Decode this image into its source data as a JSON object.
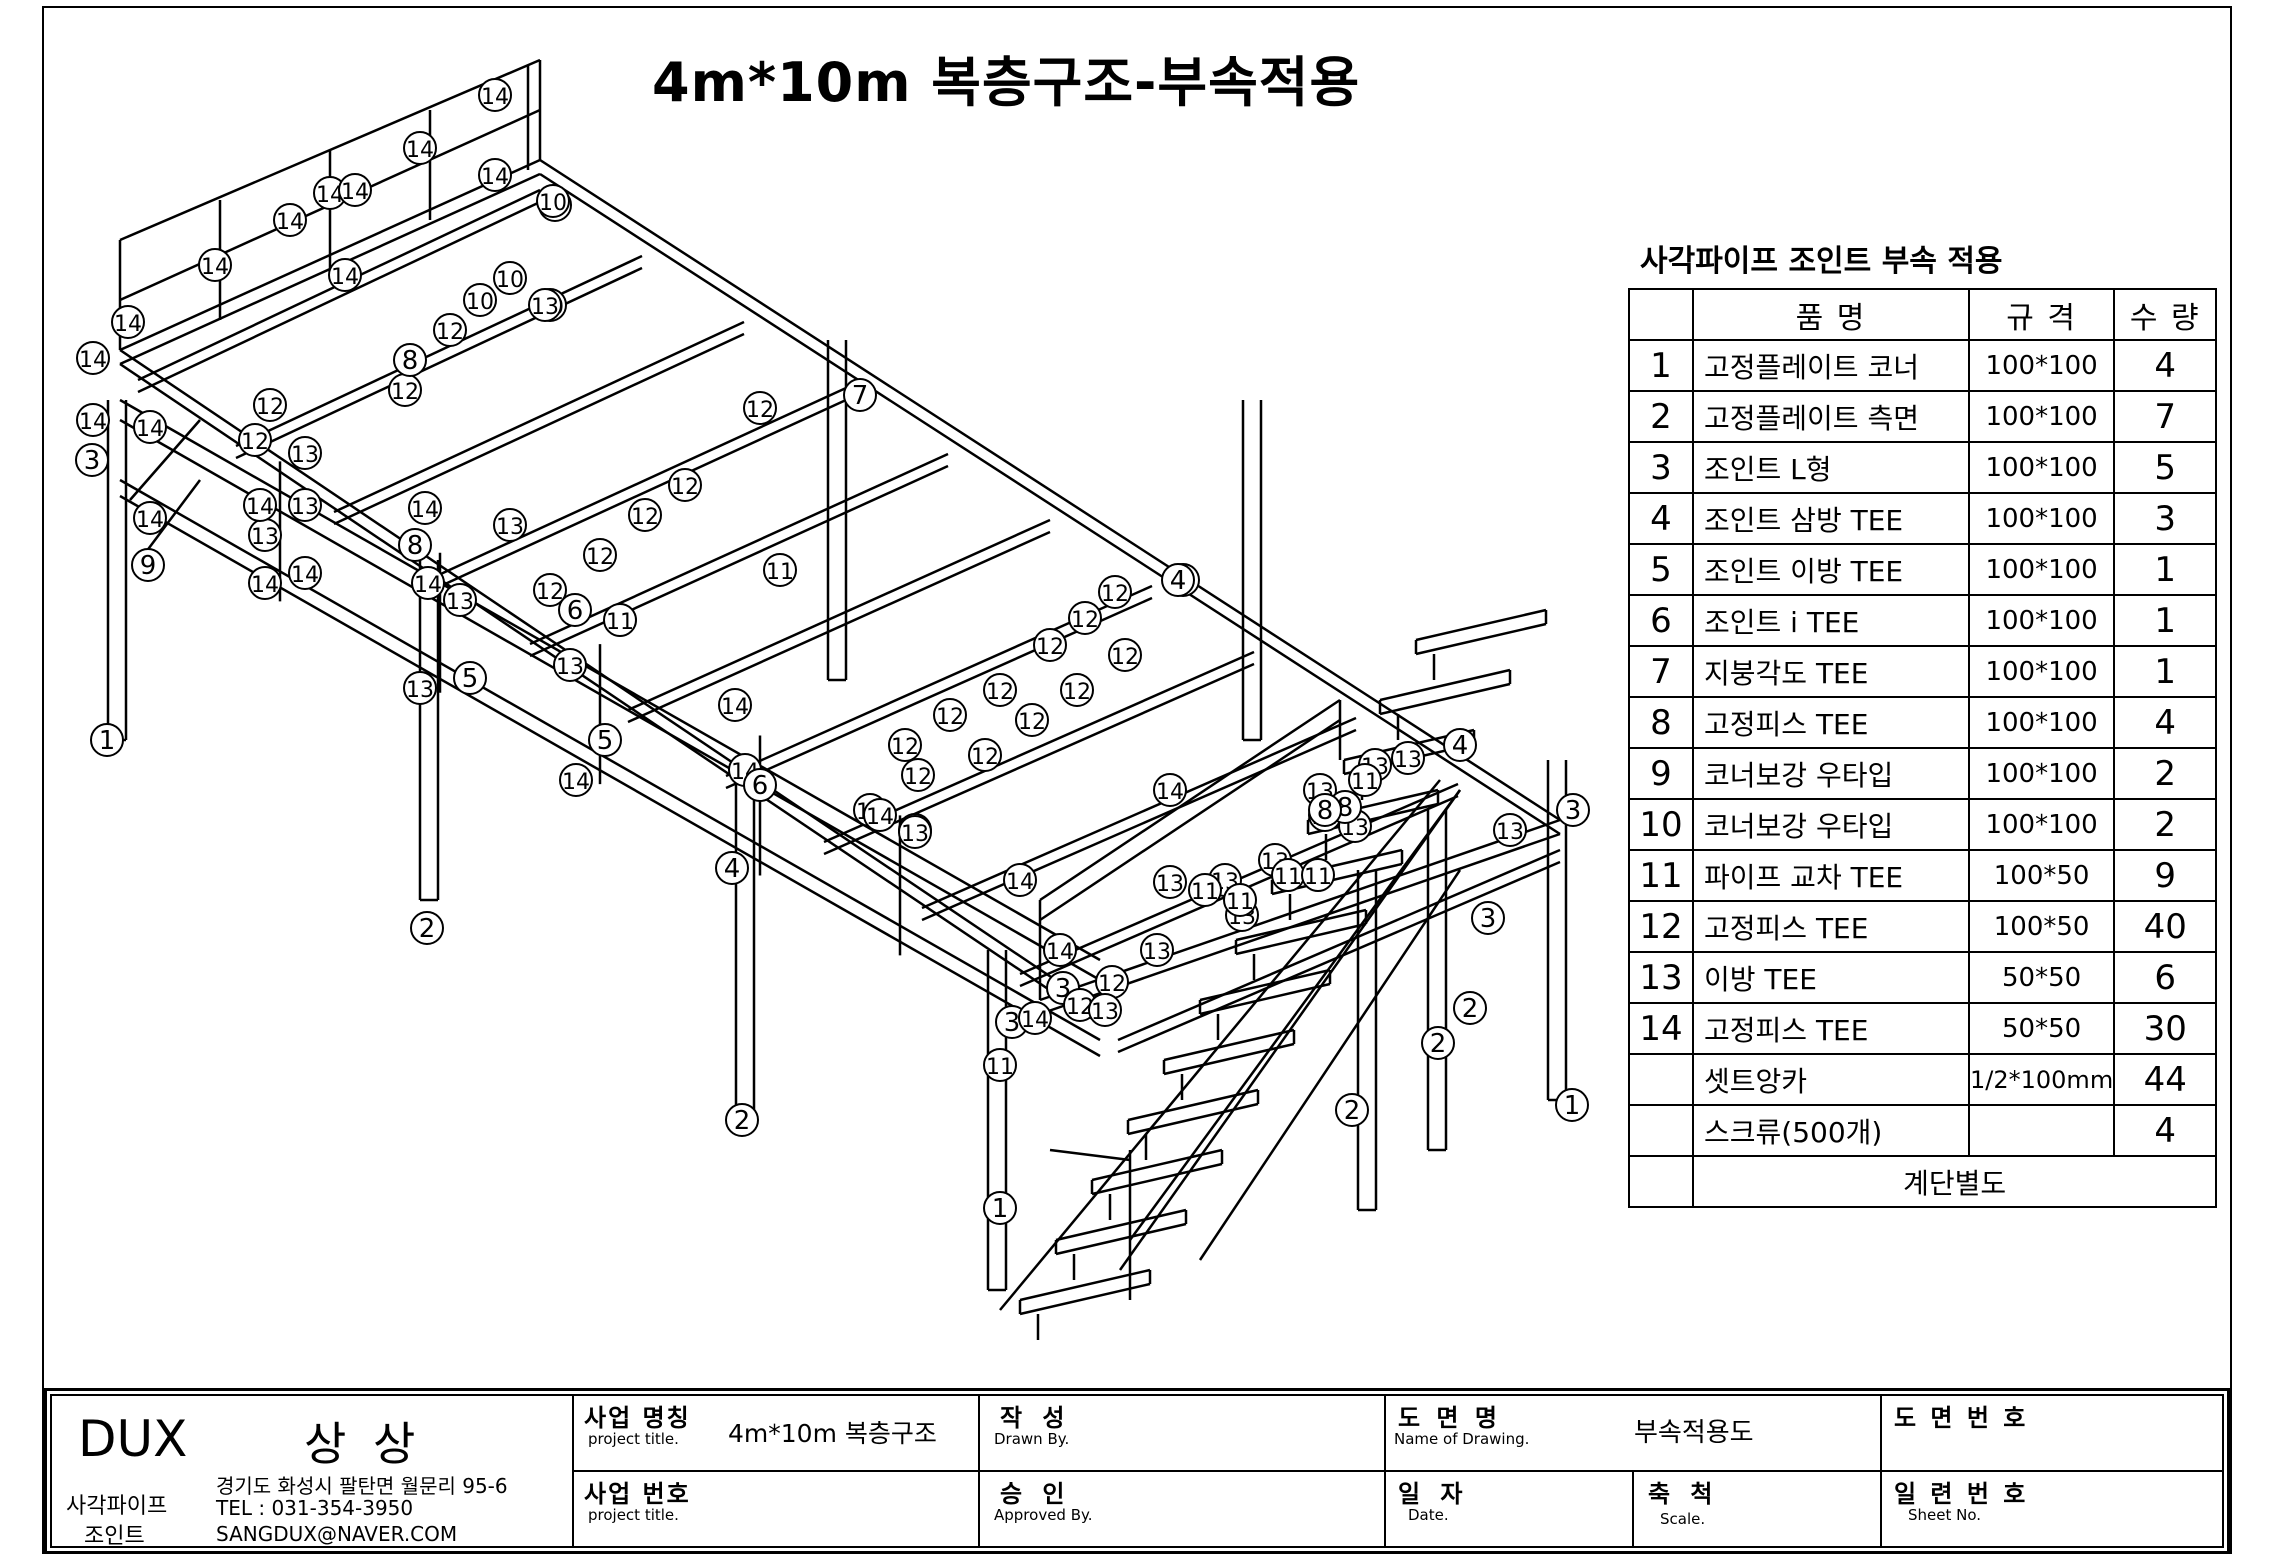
{
  "drawing": {
    "title": "4m*10m 복층구조-부속적용",
    "callouts": [
      "1",
      "2",
      "3",
      "4",
      "5",
      "6",
      "7",
      "8",
      "9",
      "10",
      "11",
      "12",
      "13",
      "14"
    ]
  },
  "parts_table": {
    "title": "사각파이프 조인트 부속 적용",
    "headers": {
      "name": "품          명",
      "spec": "규    격",
      "qty": "수  량"
    },
    "rows": [
      {
        "no": "1",
        "name": "고정플레이트 코너",
        "spec": "100*100",
        "qty": "4"
      },
      {
        "no": "2",
        "name": "고정플레이트 측면",
        "spec": "100*100",
        "qty": "7"
      },
      {
        "no": "3",
        "name": "조인트 L형",
        "spec": "100*100",
        "qty": "5"
      },
      {
        "no": "4",
        "name": "조인트 삼방 TEE",
        "spec": "100*100",
        "qty": "3"
      },
      {
        "no": "5",
        "name": "조인트 이방 TEE",
        "spec": "100*100",
        "qty": "1"
      },
      {
        "no": "6",
        "name": "조인트 i TEE",
        "spec": "100*100",
        "qty": "1"
      },
      {
        "no": "7",
        "name": "지붕각도 TEE",
        "spec": "100*100",
        "qty": "1"
      },
      {
        "no": "8",
        "name": "고정피스 TEE",
        "spec": "100*100",
        "qty": "4"
      },
      {
        "no": "9",
        "name": "코너보강 우타입",
        "spec": "100*100",
        "qty": "2"
      },
      {
        "no": "10",
        "name": "코너보강 우타입",
        "spec": "100*100",
        "qty": "2"
      },
      {
        "no": "11",
        "name": "파이프 교차 TEE",
        "spec": "100*50",
        "qty": "9"
      },
      {
        "no": "12",
        "name": "고정피스 TEE",
        "spec": "100*50",
        "qty": "40"
      },
      {
        "no": "13",
        "name": "이방 TEE",
        "spec": "50*50",
        "qty": "6"
      },
      {
        "no": "14",
        "name": "고정피스 TEE",
        "spec": "50*50",
        "qty": "30"
      },
      {
        "no": "",
        "name": "셋트앙카",
        "spec": "1/2*100mm",
        "qty": "44"
      },
      {
        "no": "",
        "name": "스크류(500개)",
        "spec": "",
        "qty": "4"
      }
    ],
    "footer": "계단별도"
  },
  "title_block": {
    "company": "DUX",
    "company_kr": "상 상",
    "division_line1": "사각파이프",
    "division_line2": "조인트",
    "address": "경기도 화성시 팔탄면 월문리 95-6",
    "tel": "TEL : 031-354-3950",
    "email": "SANGDUX@NAVER.COM",
    "project_name_label": "사업 명칭",
    "project_name_sub": "project title.",
    "project_name_value": "4m*10m 복층구조",
    "project_no_label": "사업 번호",
    "project_no_sub": "project title.",
    "drawn_label": "작  성",
    "drawn_sub": "Drawn By.",
    "approved_label": "승  인",
    "approved_sub": "Approved By.",
    "drawing_name_label": "도 면 명",
    "drawing_name_sub": "Name of Drawing.",
    "drawing_name_value": "부속적용도",
    "date_label": "일 자",
    "date_sub": "Date.",
    "scale_label": "축 척",
    "scale_sub": "Scale.",
    "drawing_no_label": "도 면 번 호",
    "sheet_label": "일 련 번 호",
    "sheet_sub": "Sheet No."
  }
}
